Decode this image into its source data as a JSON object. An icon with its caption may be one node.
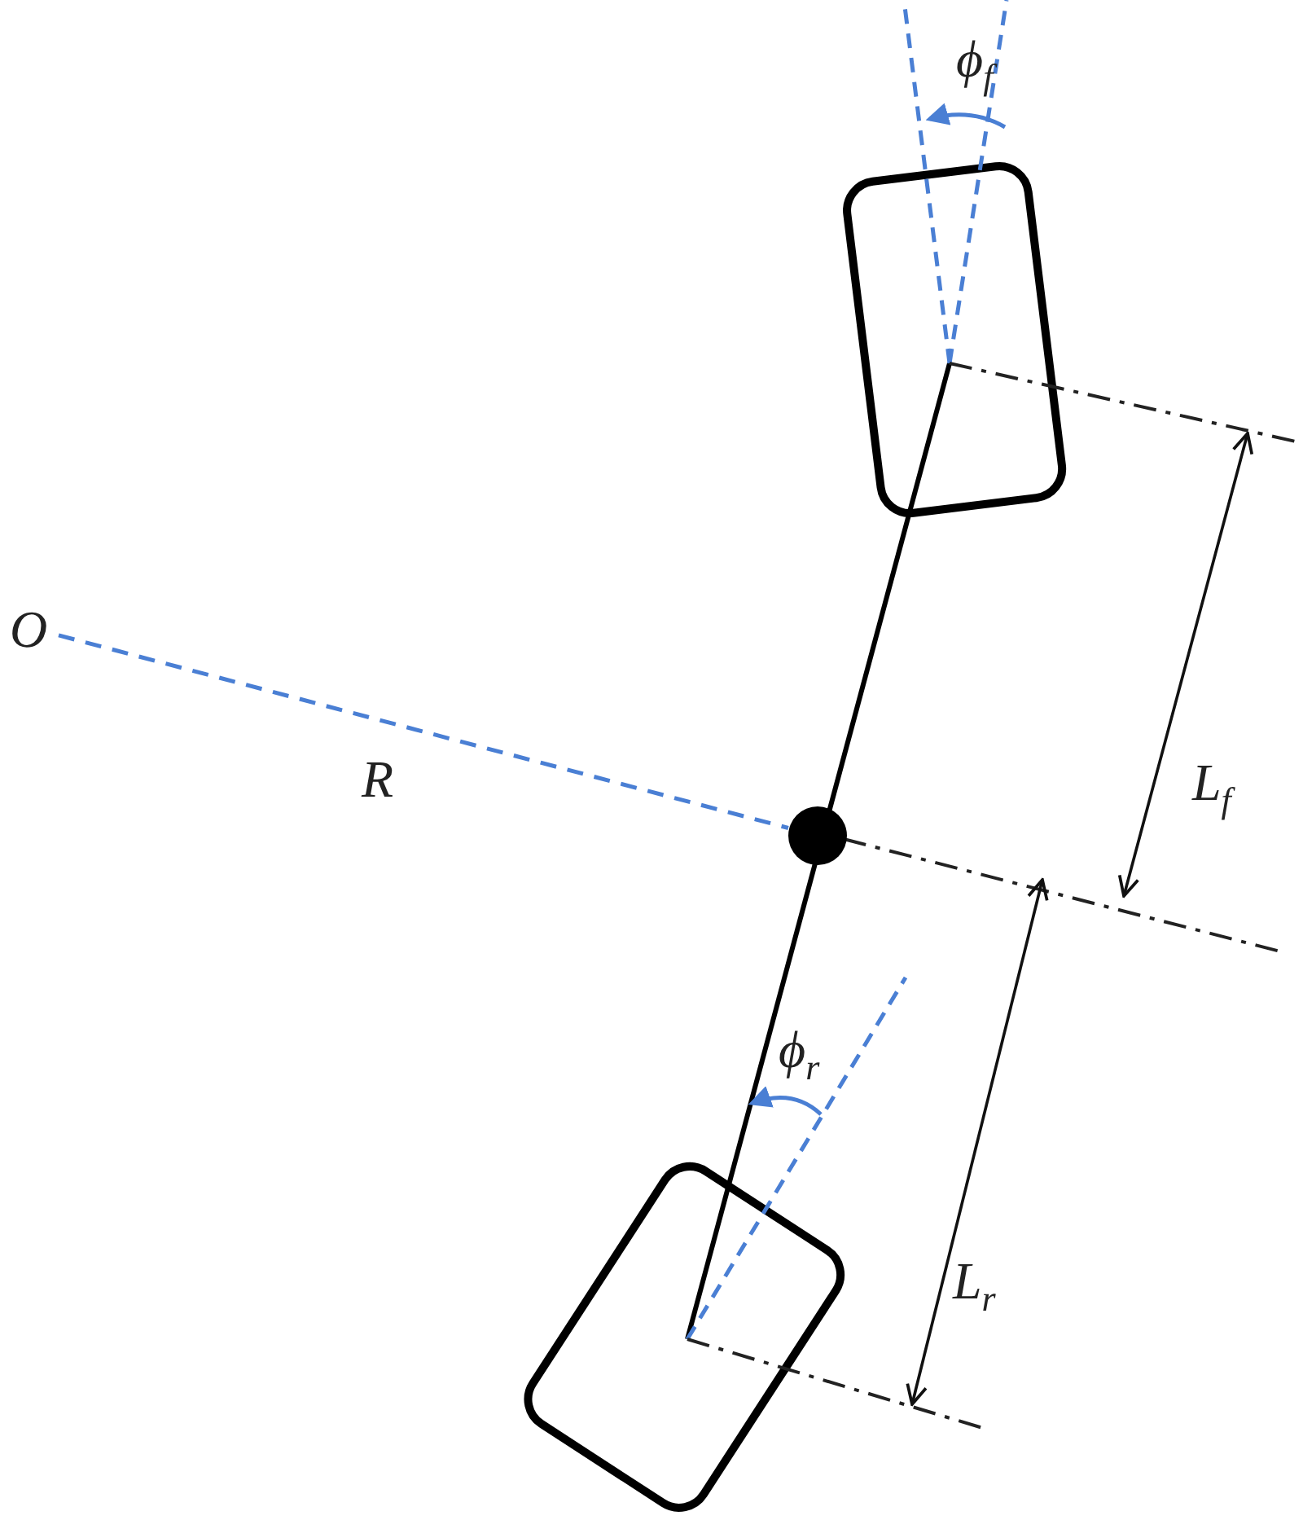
{
  "diagram": {
    "nodes": [
      {
        "text": [
          "O"
        ]
      },
      {
        "text": [],
        "shape": "circle"
      }
    ],
    "edges": [
      {
        "from": 0,
        "to": 1,
        "arrow": "none",
        "label": "R",
        "style": "dashed",
        "color": "#4a7fd4"
      }
    ],
    "labels": [
      "ϕ$_{f}$",
      "L$_{f}$",
      "ϕ$_{r}$",
      "L$_{r}$"
    ]
  }
}
